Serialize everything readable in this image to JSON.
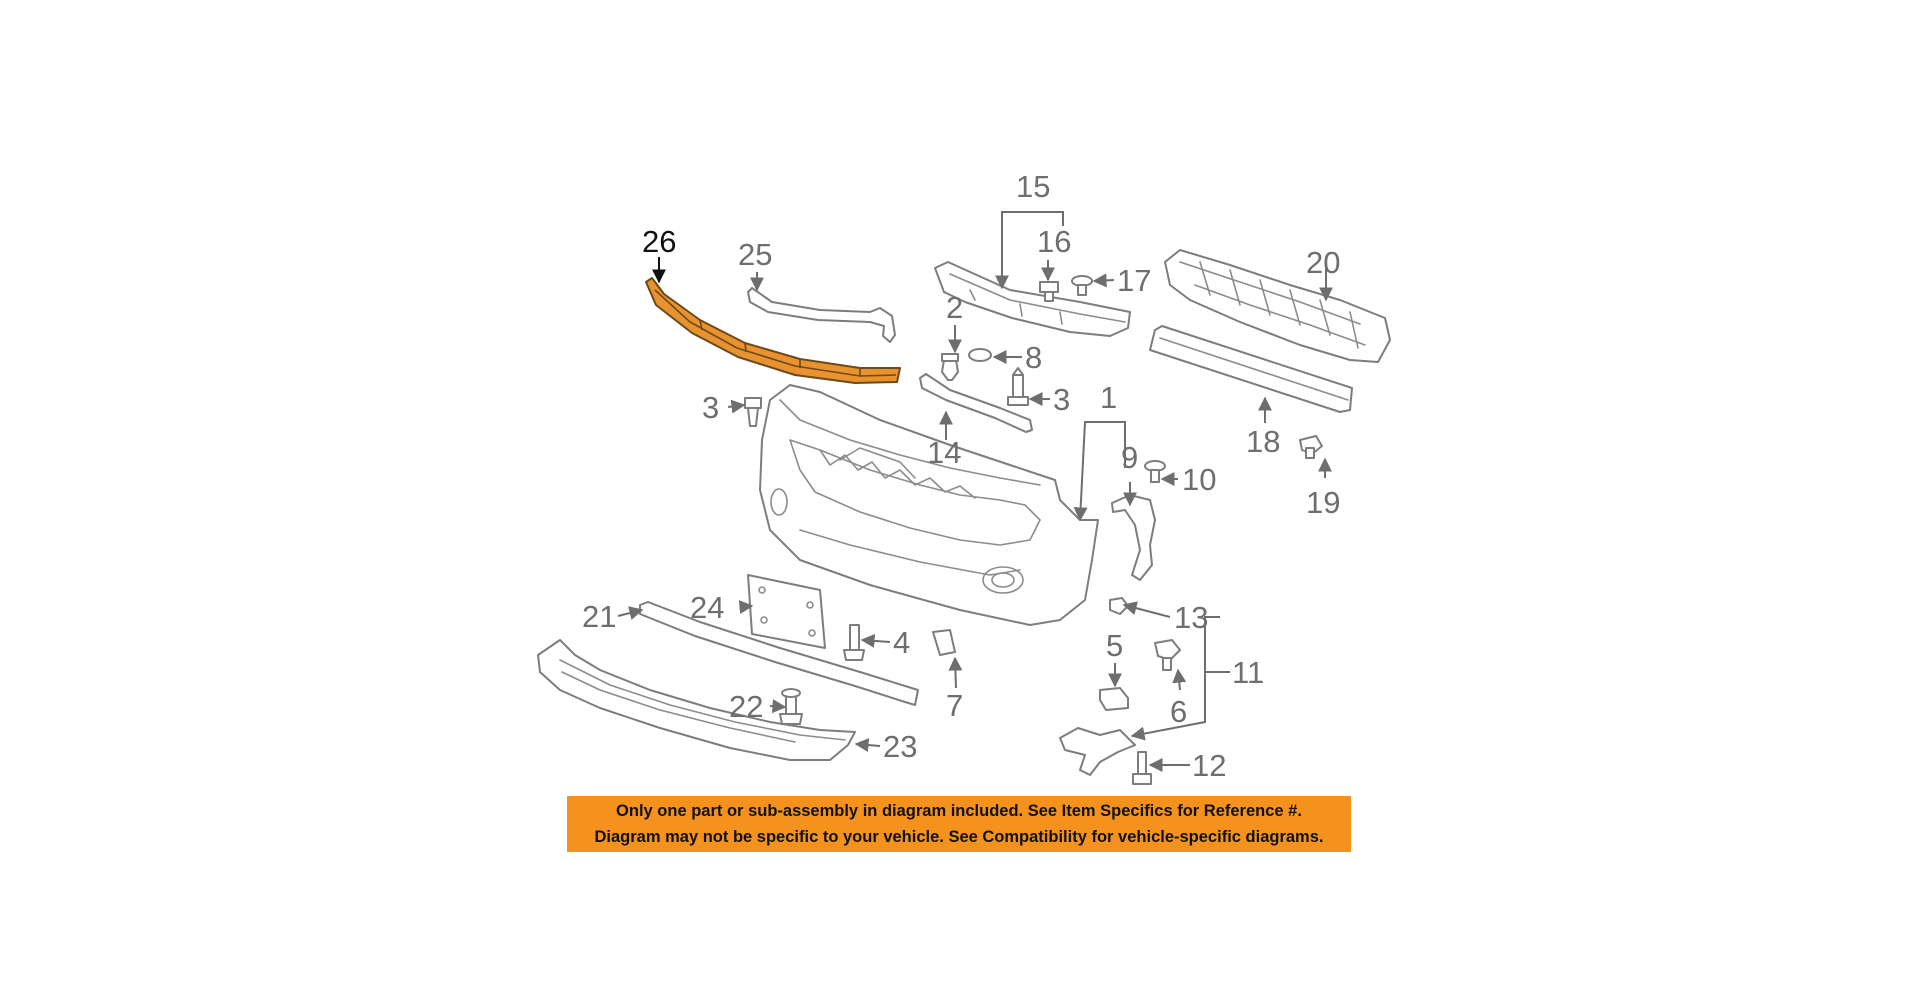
{
  "diagram": {
    "highlighted_part": "26",
    "highlight_color": "#e8932f",
    "callouts": {
      "c1": "1",
      "c2": "2",
      "c3a": "3",
      "c3b": "3",
      "c4": "4",
      "c5": "5",
      "c6": "6",
      "c7": "7",
      "c8": "8",
      "c9": "9",
      "c10": "10",
      "c11": "11",
      "c12": "12",
      "c13": "13",
      "c14": "14",
      "c15": "15",
      "c16": "16",
      "c17": "17",
      "c18": "18",
      "c19": "19",
      "c20": "20",
      "c21": "21",
      "c22": "22",
      "c23": "23",
      "c24": "24",
      "c25": "25",
      "c26": "26"
    }
  },
  "notice": {
    "line1": "Only one part or sub-assembly in diagram included. See Item Specifics for Reference #.",
    "line2": "Diagram may not be specific to your vehicle. See Compatibility for vehicle-specific diagrams.",
    "background": "#f5921e"
  }
}
